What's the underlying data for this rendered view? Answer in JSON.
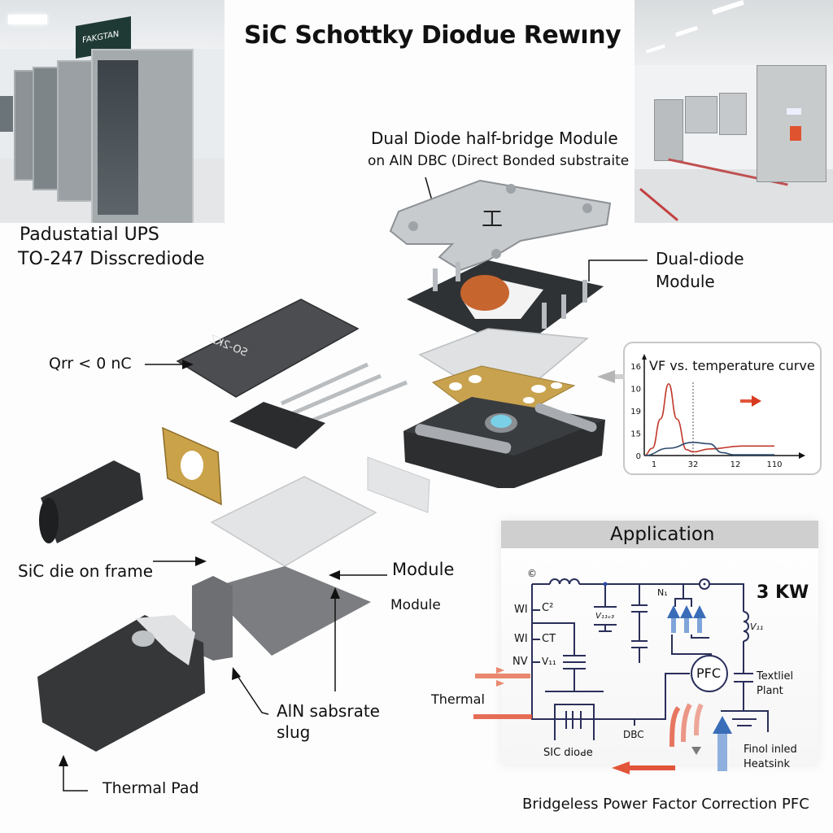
{
  "title": "SiC Schottky Diodue Rewıny",
  "photos": {
    "left": {
      "sign_text": "FAKGTAN",
      "caption": "UPS cabinet room"
    },
    "right": {
      "caption": "Electrical panel room"
    }
  },
  "labels": {
    "ups_line1": "Padustatial UPS",
    "ups_line2": "TO-247 Dissсrediode",
    "dual_diode_title": "Dual Diode half-bridge Module",
    "dual_diode_sub": "on AlN DBC (Direct Bonded substraite",
    "dual_diode_module_line1": "Dual-diode",
    "dual_diode_module_line2": "Module",
    "qrr": "Qrr < 0 nC",
    "chip_marking": "SO-2KZ",
    "sic_die": "SiC die on frame",
    "module_bold": "Module",
    "module_small": "Module",
    "aln_line1": "AlN sabsrate",
    "aln_line2": "slug",
    "thermal_pad": "Thermal Pad"
  },
  "chart_data": {
    "type": "line",
    "title": "VF vs. temperature curve",
    "xlabel": "",
    "ylabel": "",
    "x_ticks": [
      "1",
      "32",
      "12",
      "110"
    ],
    "y_ticks": [
      "0",
      "15",
      "19",
      "10",
      "16"
    ],
    "grid": false,
    "legend": "none",
    "annotations": [
      "dashed vertical marker at x tick '32'",
      "red right arrow"
    ],
    "series": [
      {
        "name": "red curve",
        "color": "#c0392b",
        "points": [
          [
            0,
            0
          ],
          [
            0.5,
            1
          ],
          [
            1,
            5
          ],
          [
            1.5,
            9.8
          ],
          [
            2,
            5
          ],
          [
            2.6,
            0.8
          ],
          [
            3,
            0.5
          ],
          [
            4,
            0.9
          ],
          [
            6,
            1.3
          ],
          [
            8,
            1.3
          ]
        ]
      },
      {
        "name": "blue curve",
        "color": "#2c4a6e",
        "points": [
          [
            0,
            0
          ],
          [
            1.5,
            1
          ],
          [
            3,
            1.8
          ],
          [
            4,
            1.6
          ],
          [
            4.8,
            0.4
          ],
          [
            5.5,
            0.1
          ],
          [
            8,
            0.1
          ]
        ]
      }
    ]
  },
  "application": {
    "header": "Application",
    "power": "3 KW",
    "left_labels": [
      "WI",
      "WI",
      "NV"
    ],
    "left_values": [
      "C²",
      "CT",
      "V₁₁"
    ],
    "node_top": "©",
    "cap_label": "V₁₁ᵥ₃",
    "n_label": "N₁",
    "inductor_label": "V₁₁",
    "pfc": "PFC",
    "textile_line1": "Textliel",
    "textile_line2": "Plant",
    "dbc": "DBC",
    "sic_diode": "SIC dioԁe",
    "heatsink_line1": "Finol inled",
    "heatsink_line2": "Heatsink",
    "thermal": "Thermal"
  },
  "footer": "Bridgeless Power Factor Correction PFC",
  "colors": {
    "wire": "#2a2f5a",
    "hot": "#e2553a",
    "cool": "#3a6db8",
    "header_bg": "#cfcfcf"
  }
}
